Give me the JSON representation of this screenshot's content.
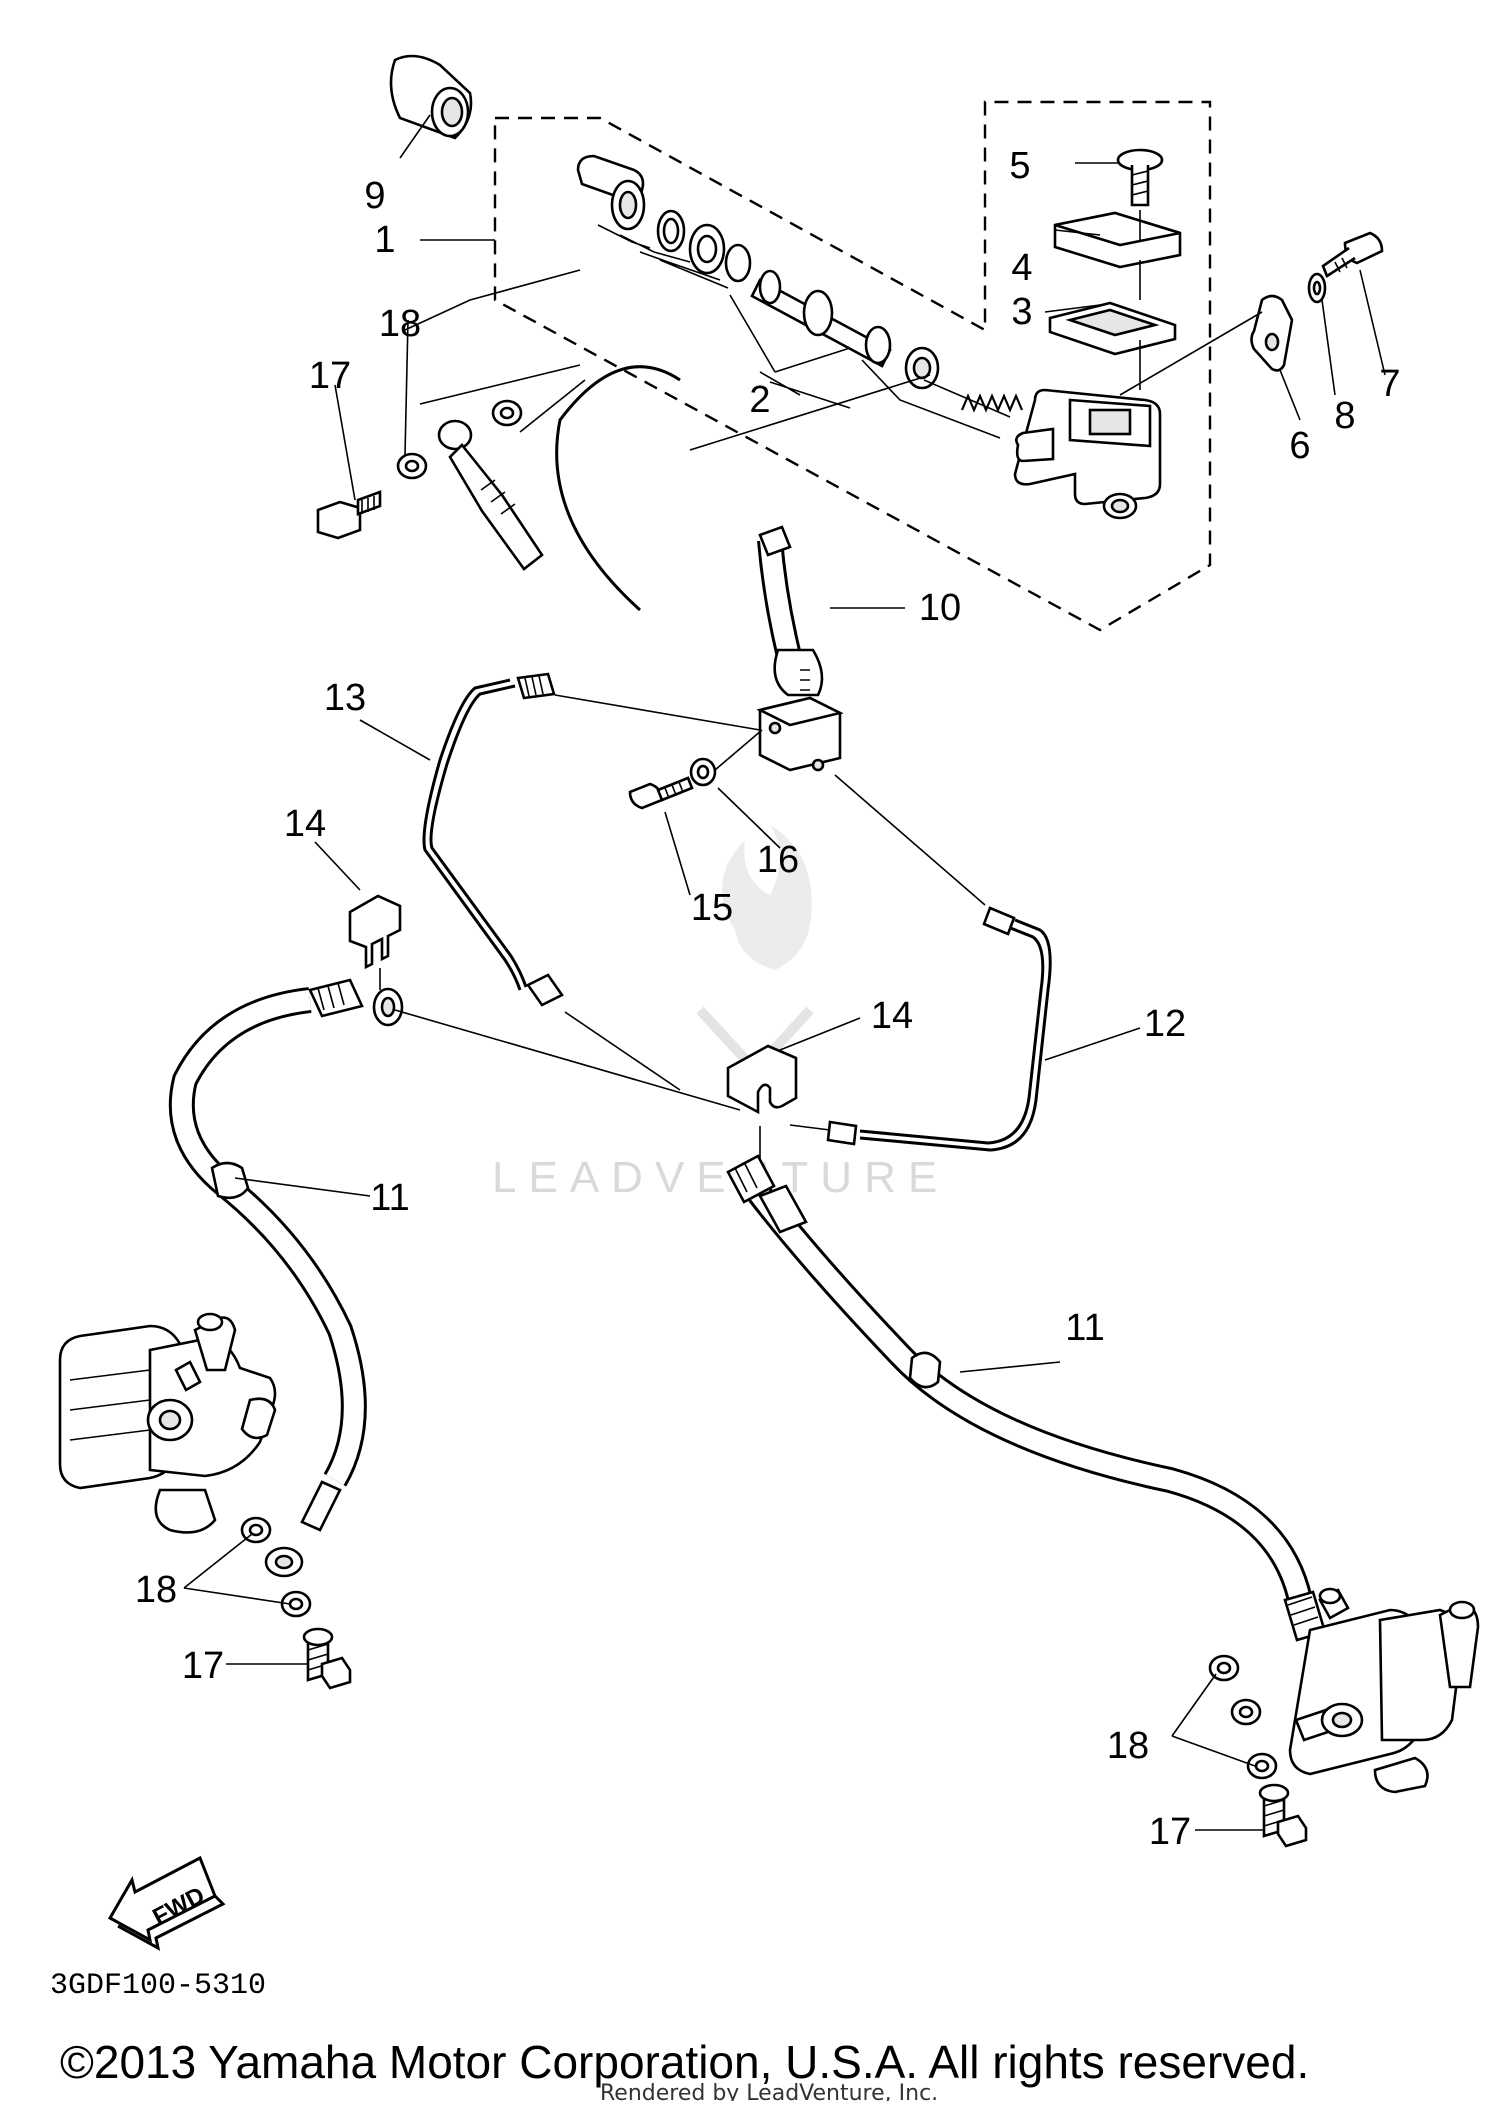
{
  "diagram": {
    "part_code": "3GDF100-5310",
    "copyright": "©2013 Yamaha Motor Corporation, U.S.A. All rights reserved.",
    "rendered_by": "Rendered by LeadVenture, Inc.",
    "watermark": "LEADVENTURE",
    "direction_arrow": "FWD",
    "callouts": {
      "c1": "1",
      "c2": "2",
      "c3": "3",
      "c4": "4",
      "c5": "5",
      "c6": "6",
      "c7": "7",
      "c8": "8",
      "c9": "9",
      "c10": "10",
      "c11a": "11",
      "c11b": "11",
      "c12": "12",
      "c13": "13",
      "c14a": "14",
      "c14b": "14",
      "c15": "15",
      "c16": "16",
      "c17a": "17",
      "c17b": "17",
      "c17c": "17",
      "c18a": "18",
      "c18b": "18",
      "c18c": "18"
    }
  }
}
